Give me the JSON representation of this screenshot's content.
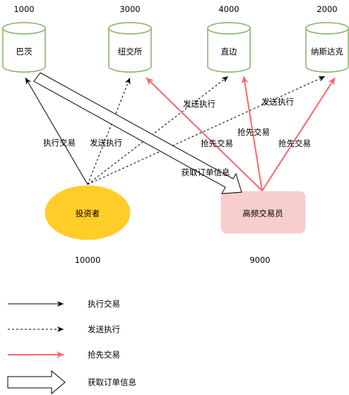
{
  "exchanges": [
    {
      "name": "巴茨",
      "value": "1000"
    },
    {
      "name": "纽交所",
      "value": "3000"
    },
    {
      "name": "直边",
      "value": "4000"
    },
    {
      "name": "纳斯达克",
      "value": "2000"
    }
  ],
  "investor": {
    "name": "投资者",
    "value": "10000"
  },
  "hft": {
    "name": "高频交易员",
    "value": "9000"
  },
  "edge_labels": {
    "execute": "执行交易",
    "send1": "发送执行",
    "send2": "发送执行",
    "send3": "发送执行",
    "front1": "抢先交易",
    "front2": "抢先交易",
    "front3": "抢先交易",
    "fetch": "获取订单信息"
  },
  "legend": [
    {
      "label": "执行交易"
    },
    {
      "label": "发送执行"
    },
    {
      "label": "抢先交易"
    },
    {
      "label": "获取订单信息"
    }
  ],
  "colors": {
    "cylinder_stroke": "#82b366",
    "investor_fill": "#ffcd28",
    "hft_fill": "#f8cecc",
    "front_run": "#ff6666",
    "line": "#000000"
  }
}
